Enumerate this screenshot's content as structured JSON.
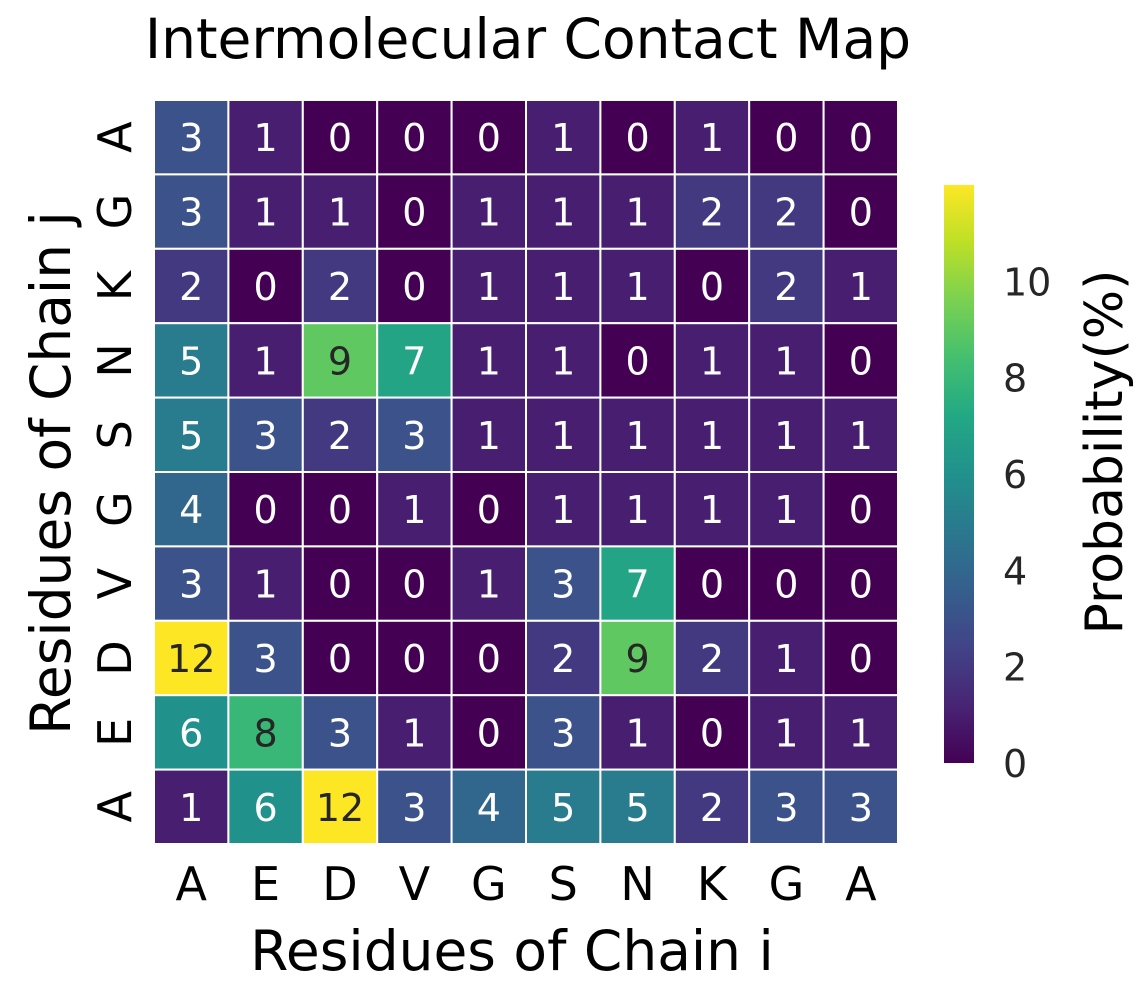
{
  "chart_data": {
    "type": "heatmap",
    "title": "Intermolecular Contact Map",
    "xlabel": "Residues of Chain i",
    "ylabel": "Residues of Chain j",
    "x_categories": [
      "A",
      "E",
      "D",
      "V",
      "G",
      "S",
      "N",
      "K",
      "G",
      "A"
    ],
    "y_categories_top_to_bottom": [
      "A",
      "G",
      "K",
      "N",
      "S",
      "G",
      "V",
      "D",
      "E",
      "A"
    ],
    "values_top_to_bottom": [
      [
        3,
        1,
        0,
        0,
        0,
        1,
        0,
        1,
        0,
        0
      ],
      [
        3,
        1,
        1,
        0,
        1,
        1,
        1,
        2,
        2,
        0
      ],
      [
        2,
        0,
        2,
        0,
        1,
        1,
        1,
        0,
        2,
        1
      ],
      [
        5,
        1,
        9,
        7,
        1,
        1,
        0,
        1,
        1,
        0
      ],
      [
        5,
        3,
        2,
        3,
        1,
        1,
        1,
        1,
        1,
        1
      ],
      [
        4,
        0,
        0,
        1,
        0,
        1,
        1,
        1,
        1,
        0
      ],
      [
        3,
        1,
        0,
        0,
        1,
        3,
        7,
        0,
        0,
        0
      ],
      [
        12,
        3,
        0,
        0,
        0,
        2,
        9,
        2,
        1,
        0
      ],
      [
        6,
        8,
        3,
        1,
        0,
        3,
        1,
        0,
        1,
        1
      ],
      [
        1,
        6,
        12,
        3,
        4,
        5,
        5,
        2,
        3,
        3
      ]
    ],
    "colormap": "viridis",
    "color_range": [
      0,
      12
    ],
    "colorbar": {
      "label": "Probability(%)",
      "ticks": [
        0,
        2,
        4,
        6,
        8,
        10
      ]
    },
    "annotation_dark_text_threshold": 8,
    "annotation_colors": {
      "light": "#ffffff",
      "dark": "#262626"
    },
    "grid_line_color": "#ffffff"
  }
}
